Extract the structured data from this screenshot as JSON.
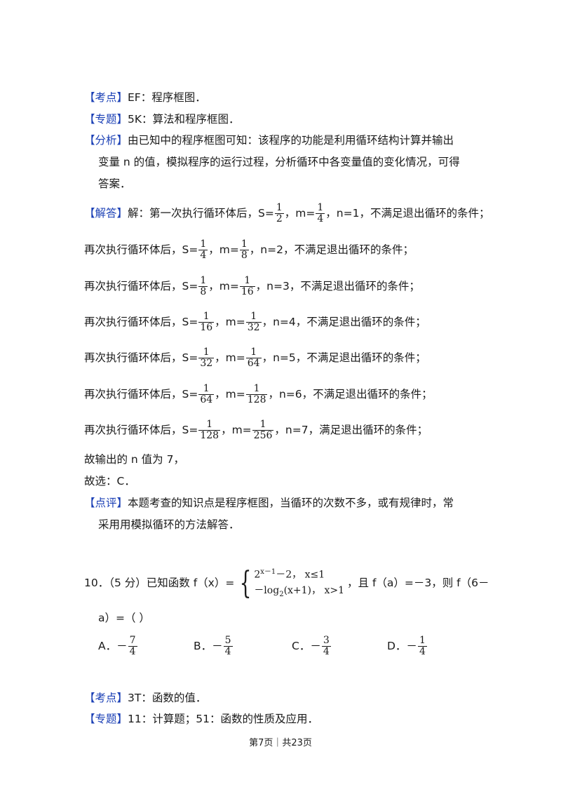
{
  "analysis_9": {
    "kaodian": {
      "tag": "【考点】",
      "text": "EF：程序框图．"
    },
    "zhuanti": {
      "tag": "【专题】",
      "text": "5K：算法和程序框图．"
    },
    "fenxi": {
      "tag": "【分析】",
      "line1": "由已知中的程序框图可知：该程序的功能是利用循环结构计算并输出",
      "line2": "变量 n 的值，模拟程序的运行过程，分析循环中各变量值的变化情况，可得",
      "line3": "答案．"
    },
    "jieda": {
      "tag": "【解答】",
      "prefix": "解：第一次执行循环体后，S=",
      "s_num": "1",
      "s_den": "2",
      "mid": "，m=",
      "m_num": "1",
      "m_den": "4",
      "suffix": "，n=1，不满足退出循环的条件；"
    },
    "steps": [
      {
        "prefix": "再次执行循环体后，S=",
        "s_num": "1",
        "s_den": "4",
        "mid": "，m=",
        "m_num": "1",
        "m_den": "8",
        "suffix": "，n=2，不满足退出循环的条件；"
      },
      {
        "prefix": "再次执行循环体后，S=",
        "s_num": "1",
        "s_den": "8",
        "mid": "，m=",
        "m_num": "1",
        "m_den": "16",
        "suffix": "，n=3，不满足退出循环的条件；"
      },
      {
        "prefix": "再次执行循环体后，S=",
        "s_num": "1",
        "s_den": "16",
        "mid": "，m=",
        "m_num": "1",
        "m_den": "32",
        "suffix": "，n=4，不满足退出循环的条件；"
      },
      {
        "prefix": "再次执行循环体后，S=",
        "s_num": "1",
        "s_den": "32",
        "mid": "，m=",
        "m_num": "1",
        "m_den": "64",
        "suffix": "，n=5，不满足退出循环的条件；"
      },
      {
        "prefix": "再次执行循环体后，S=",
        "s_num": "1",
        "s_den": "64",
        "mid": "，m=",
        "m_num": "1",
        "m_den": "128",
        "suffix": "，n=6，不满足退出循环的条件；"
      },
      {
        "prefix": "再次执行循环体后，S=",
        "s_num": "1",
        "s_den": "128",
        "mid": "，m=",
        "m_num": "1",
        "m_den": "256",
        "suffix": "，n=7，满足退出循环的条件；"
      }
    ],
    "output": "故输出的 n 值为 7，",
    "choice": "故选：C．",
    "dianping": {
      "tag": "【点评】",
      "line1": "本题考查的知识点是程序框图，当循环的次数不多，或有规律时，常",
      "line2": "采用用模拟循环的方法解答．"
    }
  },
  "question_10": {
    "stem_prefix": "10．（5 分）已知函数 f（x）=",
    "case1_base": "2",
    "case1_exp": "x－1",
    "case1_rest": "－2，  x≤1",
    "case2_a": "－log",
    "case2_sub": "2",
    "case2_b": "(x+1)，  x>1",
    "stem_suffix": "，且 f（a）=－3，则 f（6－",
    "stem_line2": "a）=（        ）",
    "options": [
      {
        "label": "A．－",
        "num": "7",
        "den": "4"
      },
      {
        "label": "B．－",
        "num": "5",
        "den": "4"
      },
      {
        "label": "C．－",
        "num": "3",
        "den": "4"
      },
      {
        "label": "D．－",
        "num": "1",
        "den": "4"
      }
    ]
  },
  "analysis_10": {
    "kaodian": {
      "tag": "【考点】",
      "text": "3T：函数的值．"
    },
    "zhuanti": {
      "tag": "【专题】",
      "text": "11：计算题；51：函数的性质及应用．"
    }
  },
  "footer": "第7页｜共23页"
}
